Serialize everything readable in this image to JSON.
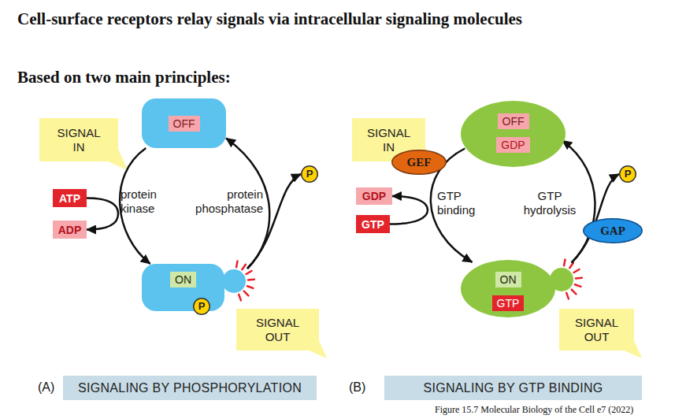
{
  "diagram": {
    "title": "Cell-surface receptors relay signals via intracellular signaling molecules",
    "caption": "Figure 15.7 Molecular Biology of the Cell e7 (2022)",
    "nodes": [
      {
        "text": [
          "SIGNAL IN"
        ]
      },
      {
        "text": [
          "OFF"
        ]
      },
      {
        "text": [
          "SIGNAL IN"
        ]
      },
      {
        "text": [
          "GEF"
        ]
      },
      {
        "text": [
          "OFF",
          "GDP"
        ]
      },
      {
        "text": [
          "P"
        ]
      },
      {
        "text": [
          "P"
        ]
      },
      {
        "text": [
          "ATP"
        ]
      },
      {
        "text": [
          "ADP"
        ]
      },
      {
        "text": [
          "GDP"
        ]
      },
      {
        "text": [
          "GTP"
        ]
      },
      {
        "text": [
          "GAP"
        ]
      },
      {
        "text": [
          "ON"
        ]
      },
      {
        "text": [
          "P"
        ],
        "in": 12
      },
      {
        "text": [
          "ON",
          "GTP"
        ]
      },
      {
        "text": [
          "SIGNAL OUT"
        ]
      },
      {
        "text": [
          "SIGNAL OUT"
        ]
      },
      {
        "text": [
          "SIGNALING BY PHOSPHORYLATION"
        ]
      },
      {
        "text": [
          "SIGNALING BY GTP BINDING"
        ]
      }
    ],
    "edges": [
      {
        "from": 1,
        "to": 12,
        "arrow": "to",
        "label": "protein kinase"
      },
      {
        "from": 12,
        "to": 1,
        "arrow": "to",
        "label": "protein phosphatase"
      },
      {
        "from": 12,
        "to": 5,
        "arrow": "to"
      },
      {
        "from": 7,
        "to": 8,
        "arrow": "to"
      },
      {
        "from": 4,
        "to": 14,
        "arrow": "to",
        "label": "GTP binding"
      },
      {
        "from": 14,
        "to": 4,
        "arrow": "to",
        "label": "GTP hydrolysis"
      },
      {
        "from": 14,
        "to": 6,
        "arrow": "to"
      },
      {
        "from": 10,
        "to": 9,
        "arrow": "to"
      }
    ],
    "labels": [
      "Based on two main principles:",
      "(A)",
      "(B)"
    ]
  }
}
